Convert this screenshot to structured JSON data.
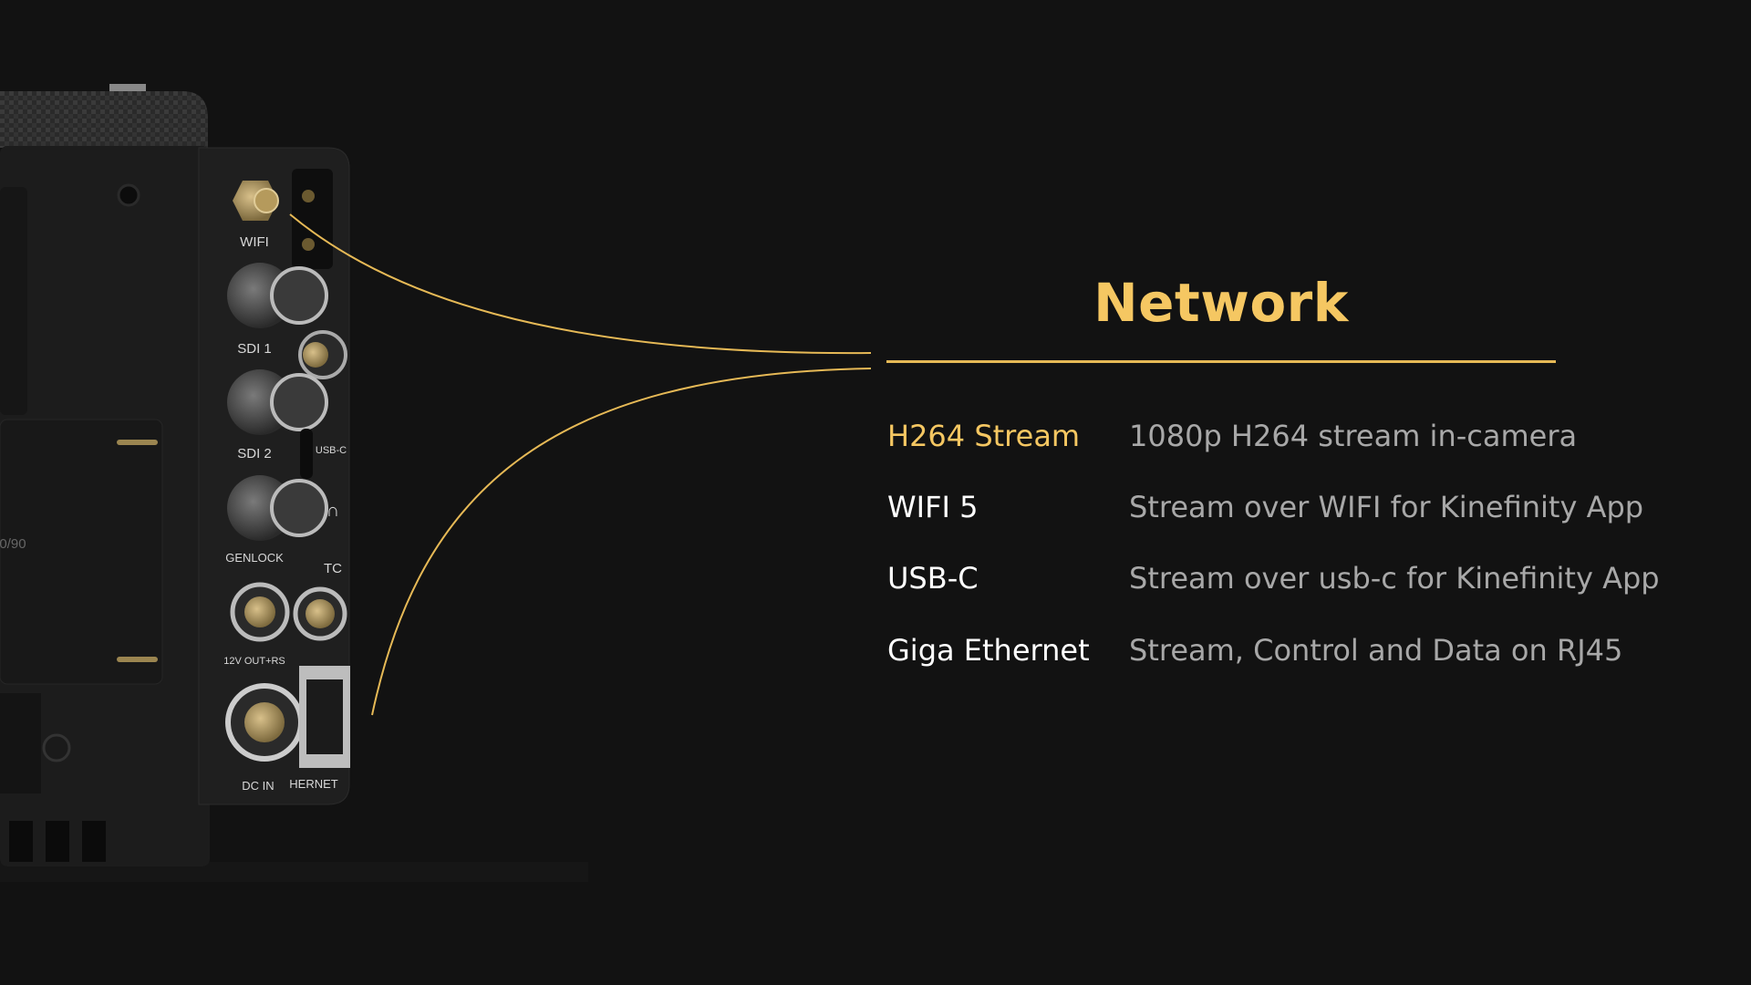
{
  "section": {
    "title": "Network"
  },
  "features": [
    {
      "label": "H264 Stream",
      "description": "1080p H264 stream in-camera",
      "active": true
    },
    {
      "label": "WIFI 5",
      "description": "Stream over WIFI for Kinefinity App",
      "active": false
    },
    {
      "label": "USB-C",
      "description": "Stream over usb-c for Kinefinity App",
      "active": false
    },
    {
      "label": "Giga Ethernet",
      "description": "Stream, Control and Data on RJ45",
      "active": false
    }
  ],
  "camera_labels": {
    "wifi": "WIFI",
    "sdi1": "SDI 1",
    "sdi2": "SDI 2",
    "genlock": "GENLOCK",
    "out12v": "12V OUT+RS",
    "dcin": "DC IN",
    "usbc": "USB-C",
    "tc": "TC",
    "ethernet": "HERNET",
    "body_mark": "0/90"
  },
  "colors": {
    "accent": "#f5c762",
    "background": "#121212",
    "text": "#ffffff",
    "muted": "#a8a8a8"
  }
}
